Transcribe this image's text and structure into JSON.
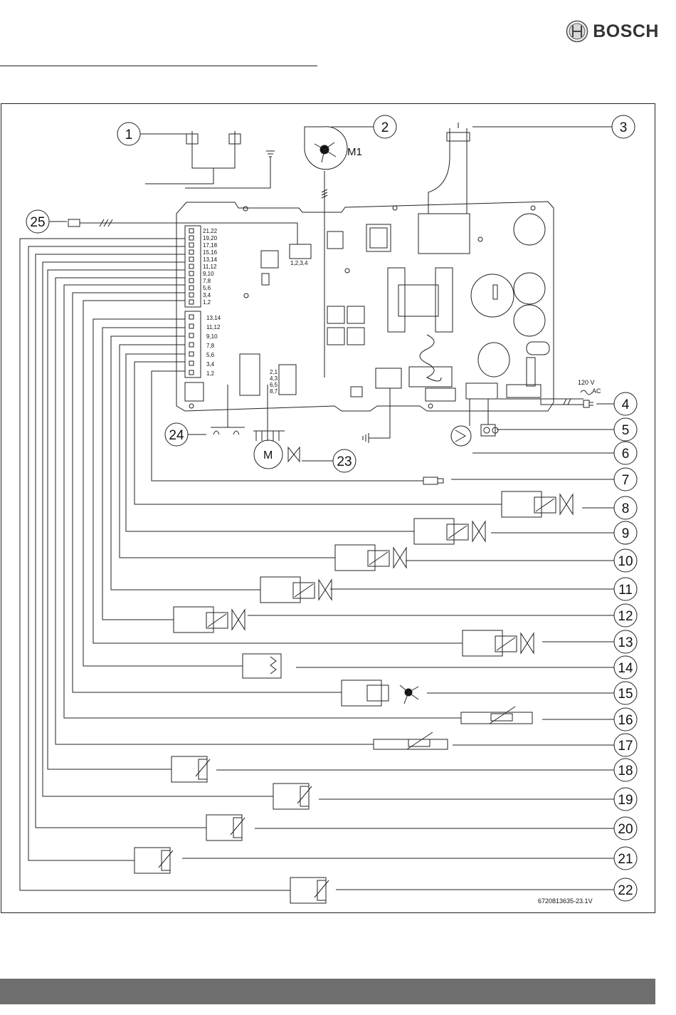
{
  "brand": {
    "name": "BOSCH"
  },
  "diagram": {
    "callouts": [
      "1",
      "2",
      "3",
      "4",
      "5",
      "6",
      "7",
      "8",
      "9",
      "10",
      "11",
      "12",
      "13",
      "14",
      "15",
      "16",
      "17",
      "18",
      "19",
      "20",
      "21",
      "22",
      "23",
      "24",
      "25"
    ],
    "fan_label": "M1",
    "motor_label": "M",
    "power_voltage": "120 V",
    "power_type": "AC",
    "connector_a_pins": [
      "21,22",
      "19,20",
      "17,18",
      "15,16",
      "13,14",
      "11,12",
      "9,10",
      "7,8",
      "5,6",
      "3,4",
      "1,2"
    ],
    "connector_b_pins": [
      "13,14",
      "11,12",
      "9,10",
      "7,8",
      "5,6",
      "3,4",
      "1,2"
    ],
    "connector_c_pins": [
      "2,1",
      "4,3",
      "6,5",
      "8,7"
    ],
    "connector_d_pins": "1,2,3,4",
    "figure_id": "6720813635-23.1V"
  }
}
